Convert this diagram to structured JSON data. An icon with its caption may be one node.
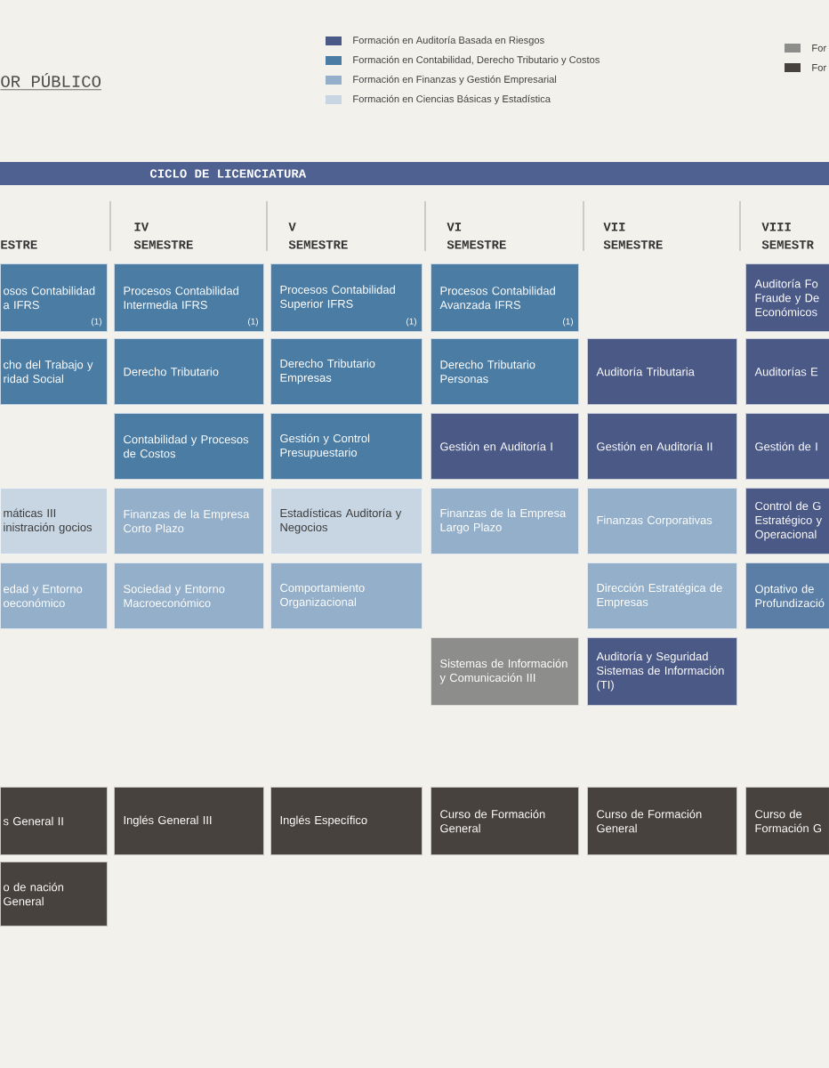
{
  "diagram": {
    "title": "OR PÚBLICO",
    "nodes": [
      {
        "text": [
          "CICLO DE LICENCIATURA"
        ]
      },
      {
        "text": [
          "osos Contabilidad a IFRS",
          "(1)"
        ]
      },
      {
        "text": [
          "Procesos Contabilidad Intermedia IFRS",
          "(1)"
        ]
      },
      {
        "text": [
          "Procesos Contabilidad Superior IFRS",
          "(1)"
        ]
      },
      {
        "text": [
          "Procesos Contabilidad Avanzada IFRS",
          "(1)"
        ]
      },
      {
        "text": [
          "Auditoría Fo Fraude y De Económicos"
        ]
      },
      {
        "text": [
          "cho del Trabajo y ridad Social"
        ]
      },
      {
        "text": [
          "Derecho Tributario"
        ]
      },
      {
        "text": [
          "Derecho Tributario Empresas"
        ]
      },
      {
        "text": [
          "Derecho Tributario Personas"
        ]
      },
      {
        "text": [
          "Auditoría Tributaria"
        ]
      },
      {
        "text": [
          "Auditorías E"
        ]
      },
      {
        "text": [
          "Contabilidad y Procesos de Costos"
        ]
      },
      {
        "text": [
          "Gestión y Control Presupuestario"
        ]
      },
      {
        "text": [
          "Gestión en Auditoría I"
        ]
      },
      {
        "text": [
          "Gestión en Auditoría II"
        ]
      },
      {
        "text": [
          "Gestión de I"
        ]
      },
      {
        "text": [
          "máticas III inistración gocios"
        ]
      },
      {
        "text": [
          "Finanzas de la Empresa Corto Plazo"
        ]
      },
      {
        "text": [
          "Estadísticas Auditoría y Negocios"
        ]
      },
      {
        "text": [
          "Finanzas de la Empresa Largo Plazo"
        ]
      },
      {
        "text": [
          "Finanzas Corporativas"
        ]
      },
      {
        "text": [
          "Control de G Estratégico y Operacional"
        ]
      },
      {
        "text": [
          "edad y Entorno oeconómico"
        ]
      },
      {
        "text": [
          "Sociedad y Entorno Macroeconómico"
        ]
      },
      {
        "text": [
          "Comportamiento Organizacional"
        ]
      },
      {
        "text": [
          "Dirección Estratégica de Empresas"
        ]
      },
      {
        "text": [
          "Optativo de Profundizació"
        ]
      },
      {
        "text": [
          "Sistemas de Información y Comunicación III"
        ]
      },
      {
        "text": [
          "Auditoría y Seguridad Sistemas de Información (TI)"
        ]
      },
      {
        "text": [
          "s General II"
        ]
      },
      {
        "text": [
          "Inglés General III"
        ]
      },
      {
        "text": [
          "Inglés Específico"
        ]
      },
      {
        "text": [
          "Curso de Formación General"
        ]
      },
      {
        "text": [
          "Curso de Formación General"
        ]
      },
      {
        "text": [
          "Curso de Formación G"
        ]
      },
      {
        "text": [
          "o de nación General"
        ]
      }
    ],
    "edges": [],
    "labels": [
      "ESTRE",
      "IV SEMESTRE",
      "V SEMESTRE",
      "VI SEMESTRE",
      "VII SEMESTRE",
      "VIII SEMESTR"
    ],
    "legend": [
      {
        "text": "Formación en Auditoría Basada en Riesgos",
        "color": "#4b5987"
      },
      {
        "text": "Formación en Contabilidad, Derecho Tributario y Costos",
        "color": "#4a7ca4"
      },
      {
        "text": "Formación en Finanzas y Gestión Empresarial",
        "color": "#93afc9"
      },
      {
        "text": "Formación en Ciencias Básicas y Estadística",
        "color": "#c8d6e4"
      },
      {
        "text": "For",
        "color": "#8d8d8b"
      },
      {
        "text": "For",
        "color": "#47423e"
      }
    ]
  }
}
